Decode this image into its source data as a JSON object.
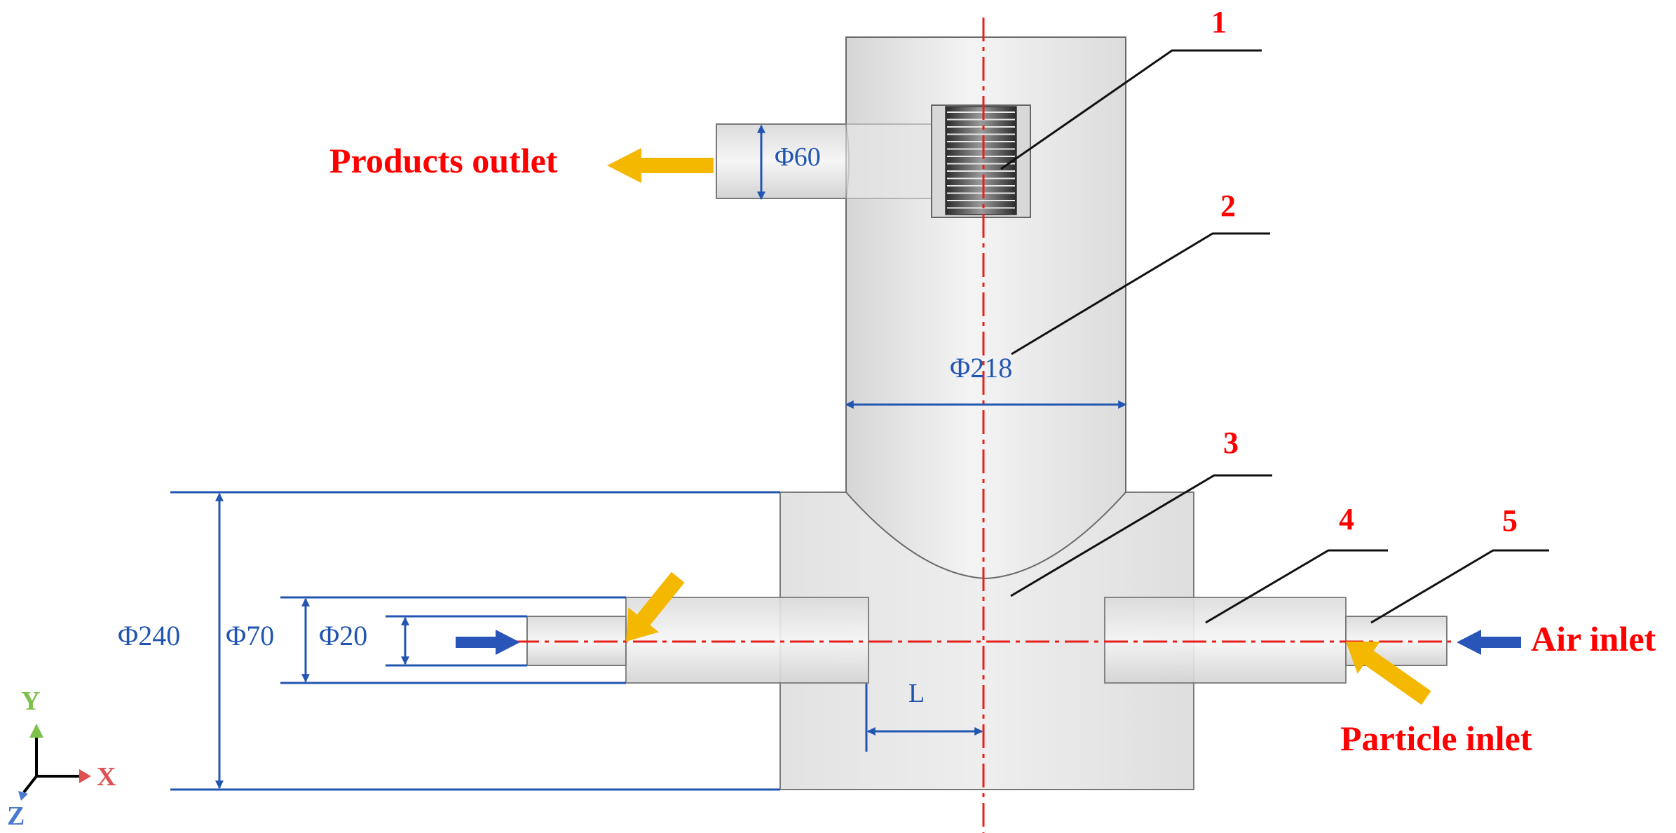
{
  "labels": {
    "products_outlet": "Products outlet",
    "air_inlet": "Air inlet",
    "particle_inlet": "Particle inlet"
  },
  "part_numbers": [
    "1",
    "2",
    "3",
    "4",
    "5"
  ],
  "dimensions": {
    "phi60": "Φ60",
    "phi218": "Φ218",
    "phi240": "Φ240",
    "phi70": "Φ70",
    "phi20": "Φ20",
    "L": "L"
  },
  "axes": {
    "x": "X",
    "y": "Y",
    "z": "Z"
  },
  "colors": {
    "label_red": "#ff0000",
    "dimension_blue": "#2255b0",
    "arrow_yellow": "#f5b800",
    "centerline_red": "#e8201b",
    "axis_x": "#e05050",
    "axis_y": "#7dc04a",
    "axis_z": "#4a7ad0"
  }
}
